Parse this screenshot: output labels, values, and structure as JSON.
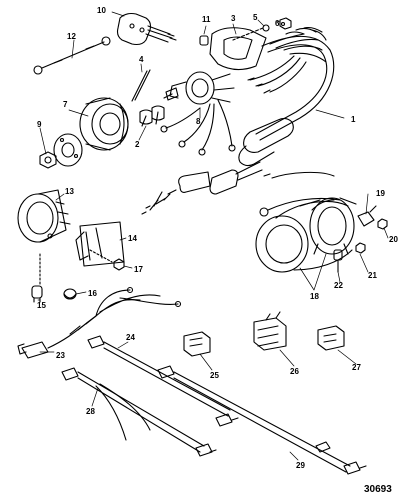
{
  "diagram": {
    "reference_number": "30693",
    "callouts": [
      "1",
      "2",
      "3",
      "4",
      "5",
      "6",
      "7",
      "8",
      "9",
      "10",
      "11",
      "12",
      "13",
      "14",
      "15",
      "16",
      "17",
      "18",
      "19",
      "20",
      "21",
      "22",
      "23",
      "24",
      "25",
      "26",
      "27",
      "28",
      "29"
    ]
  }
}
